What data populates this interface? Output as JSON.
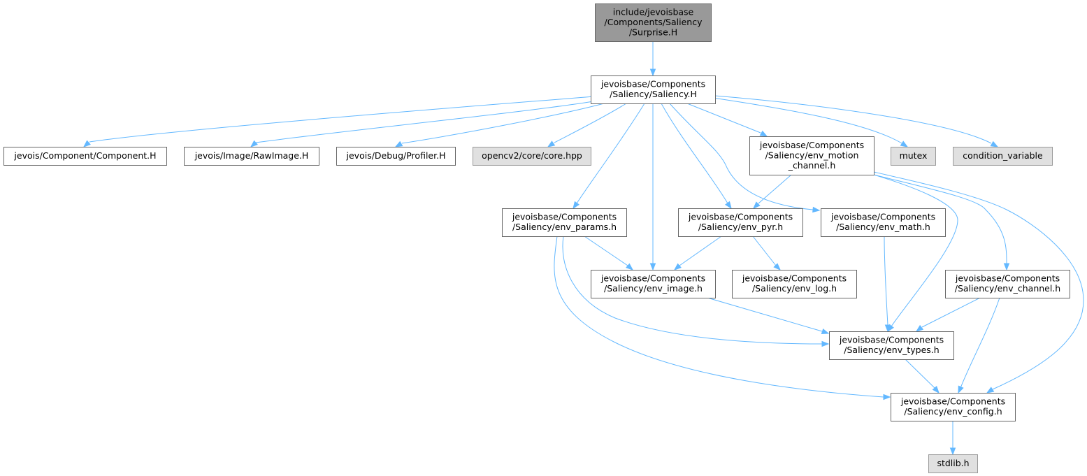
{
  "diagram": {
    "type": "include-dependency-graph",
    "colors": {
      "edge": "#63b8ff",
      "main_node": "#999999",
      "file_node": "#ffffff",
      "external_node": "#e0e0e0"
    },
    "nodes": [
      {
        "id": "surprise",
        "kind": "main",
        "lines": [
          "include/jevoisbase",
          "/Components/Saliency",
          "/Surprise.H"
        ]
      },
      {
        "id": "saliency",
        "kind": "file",
        "lines": [
          "jevoisbase/Components",
          "/Saliency/Saliency.H"
        ]
      },
      {
        "id": "component",
        "kind": "file",
        "lines": [
          "jevois/Component/Component.H"
        ]
      },
      {
        "id": "rawimage",
        "kind": "file",
        "lines": [
          "jevois/Image/RawImage.H"
        ]
      },
      {
        "id": "profiler",
        "kind": "file",
        "lines": [
          "jevois/Debug/Profiler.H"
        ]
      },
      {
        "id": "opencv",
        "kind": "ext",
        "lines": [
          "opencv2/core/core.hpp"
        ]
      },
      {
        "id": "env_motion",
        "kind": "file",
        "lines": [
          "jevoisbase/Components",
          "/Saliency/env_motion",
          "_channel.h"
        ]
      },
      {
        "id": "mutex",
        "kind": "ext",
        "lines": [
          "mutex"
        ]
      },
      {
        "id": "condvar",
        "kind": "ext",
        "lines": [
          "condition_variable"
        ]
      },
      {
        "id": "env_params",
        "kind": "file",
        "lines": [
          "jevoisbase/Components",
          "/Saliency/env_params.h"
        ]
      },
      {
        "id": "env_pyr",
        "kind": "file",
        "lines": [
          "jevoisbase/Components",
          "/Saliency/env_pyr.h"
        ]
      },
      {
        "id": "env_math",
        "kind": "file",
        "lines": [
          "jevoisbase/Components",
          "/Saliency/env_math.h"
        ]
      },
      {
        "id": "env_image",
        "kind": "file",
        "lines": [
          "jevoisbase/Components",
          "/Saliency/env_image.h"
        ]
      },
      {
        "id": "env_log",
        "kind": "file",
        "lines": [
          "jevoisbase/Components",
          "/Saliency/env_log.h"
        ]
      },
      {
        "id": "env_channel",
        "kind": "file",
        "lines": [
          "jevoisbase/Components",
          "/Saliency/env_channel.h"
        ]
      },
      {
        "id": "env_types",
        "kind": "file",
        "lines": [
          "jevoisbase/Components",
          "/Saliency/env_types.h"
        ]
      },
      {
        "id": "env_config",
        "kind": "file",
        "lines": [
          "jevoisbase/Components",
          "/Saliency/env_config.h"
        ]
      },
      {
        "id": "stdlib",
        "kind": "ext",
        "lines": [
          "stdlib.h"
        ]
      }
    ],
    "edges": [
      {
        "from": "surprise",
        "to": "saliency"
      },
      {
        "from": "saliency",
        "to": "component"
      },
      {
        "from": "saliency",
        "to": "rawimage"
      },
      {
        "from": "saliency",
        "to": "profiler"
      },
      {
        "from": "saliency",
        "to": "opencv"
      },
      {
        "from": "saliency",
        "to": "env_motion"
      },
      {
        "from": "saliency",
        "to": "mutex"
      },
      {
        "from": "saliency",
        "to": "condvar"
      },
      {
        "from": "saliency",
        "to": "env_params"
      },
      {
        "from": "saliency",
        "to": "env_image"
      },
      {
        "from": "saliency",
        "to": "env_pyr"
      },
      {
        "from": "saliency",
        "to": "env_math"
      },
      {
        "from": "env_motion",
        "to": "env_pyr"
      },
      {
        "from": "env_motion",
        "to": "env_types"
      },
      {
        "from": "env_motion",
        "to": "env_channel"
      },
      {
        "from": "env_motion",
        "to": "env_config"
      },
      {
        "from": "env_params",
        "to": "env_image"
      },
      {
        "from": "env_params",
        "to": "env_types"
      },
      {
        "from": "env_params",
        "to": "env_config"
      },
      {
        "from": "env_pyr",
        "to": "env_image"
      },
      {
        "from": "env_pyr",
        "to": "env_log"
      },
      {
        "from": "env_math",
        "to": "env_types"
      },
      {
        "from": "env_image",
        "to": "env_types"
      },
      {
        "from": "env_channel",
        "to": "env_types"
      },
      {
        "from": "env_channel",
        "to": "env_config"
      },
      {
        "from": "env_types",
        "to": "env_config"
      },
      {
        "from": "env_config",
        "to": "stdlib"
      }
    ]
  }
}
